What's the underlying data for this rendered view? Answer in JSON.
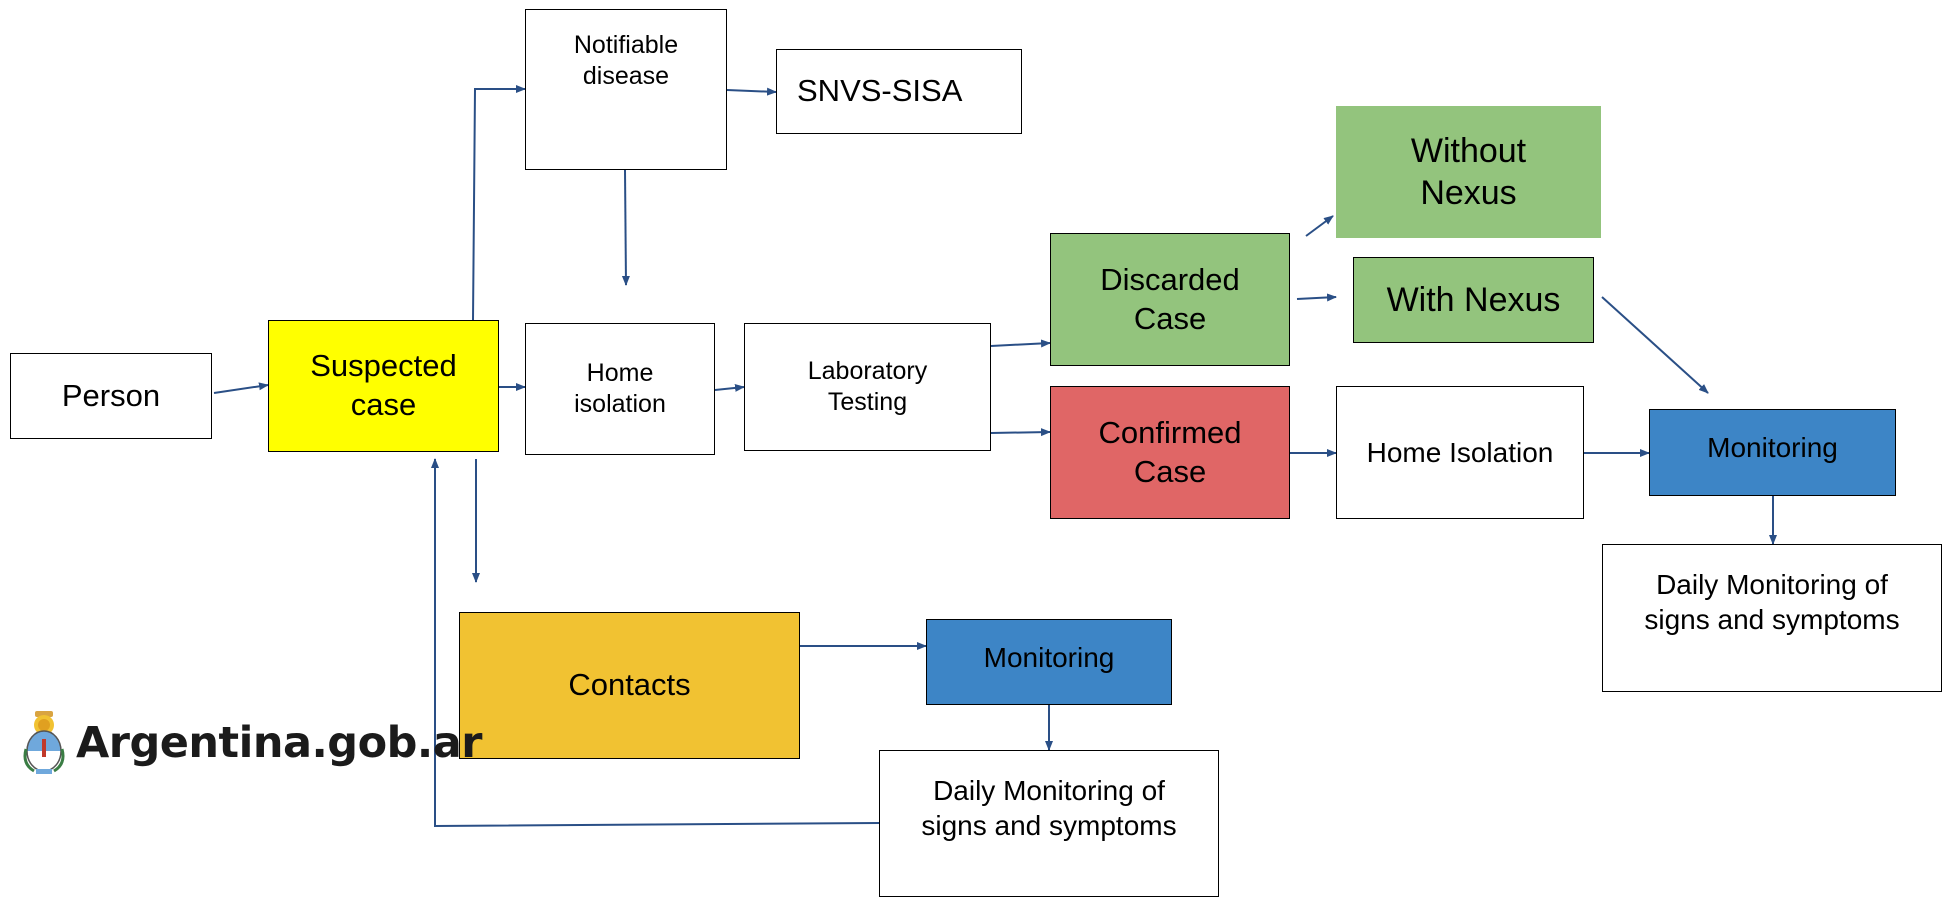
{
  "colors": {
    "arrow": "#2a4f86",
    "suspected": "#ffff00",
    "green": "#93c47d",
    "confirmed": "#e06666",
    "contacts": "#f1c232",
    "monitoring": "#3d85c6"
  },
  "nodes": {
    "person": "Person",
    "suspected_case": "Suspected case",
    "notifiable_disease": "Notifiable disease",
    "snvs_sisa": "SNVS-SISA",
    "home_isolation": "Home isolation",
    "laboratory_testing": "Laboratory Testing",
    "discarded_case": "Discarded Case",
    "without_nexus": "Without Nexus",
    "with_nexus": "With Nexus",
    "confirmed_case": "Confirmed Case",
    "home_isolation_confirmed": "Home Isolation",
    "monitoring_confirmed": "Monitoring",
    "daily_monitoring_confirmed": "Daily Monitoring of signs and symptoms",
    "contacts": "Contacts",
    "monitoring_contacts": "Monitoring",
    "daily_monitoring_contacts": "Daily Monitoring of signs and symptoms"
  },
  "logo": {
    "text": "Argentina.gob.ar",
    "icon": "argentina-coat-of-arms-icon"
  }
}
